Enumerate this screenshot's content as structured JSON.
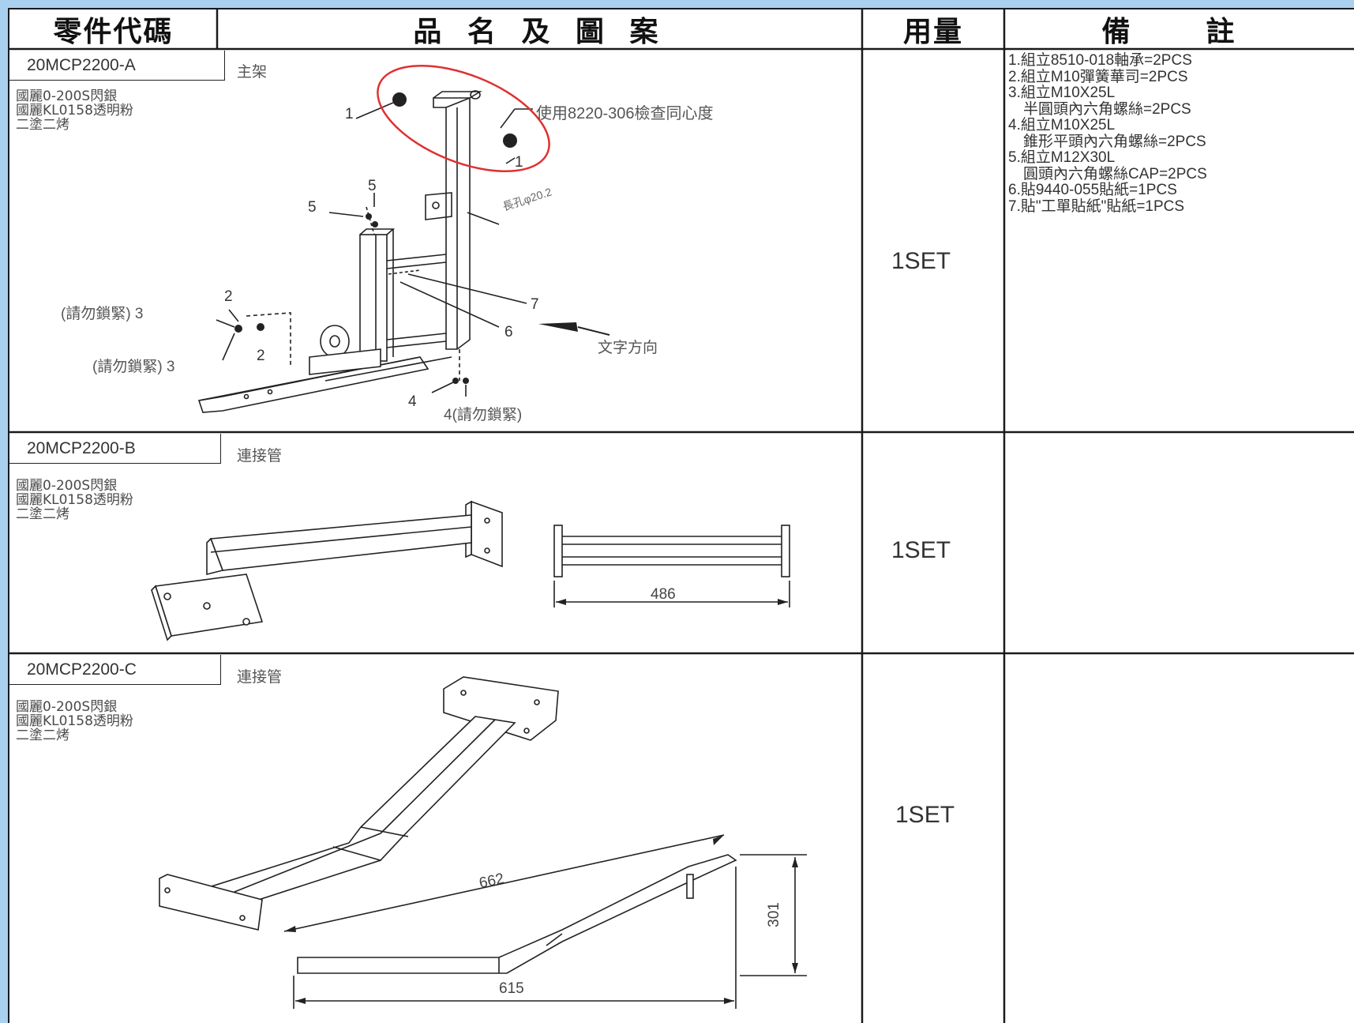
{
  "header": {
    "col_code": "零件代碼",
    "col_name": "品 名 及 圖 案",
    "col_qty": "用量",
    "col_note": "備　註"
  },
  "rows": [
    {
      "code": "20MCP2200-A",
      "name": "主架",
      "spec": [
        "國麗0-200S閃銀",
        "國麗KL0158透明粉",
        "二塗二烤"
      ],
      "qty": "1SET",
      "notes": [
        "1.組立8510-018軸承=2PCS",
        "2.組立M10彈簧華司=2PCS",
        "3.組立M10X25L",
        "　半圓頭內六角螺絲=2PCS",
        "4.組立M10X25L",
        "　錐形平頭內六角螺絲=2PCS",
        "5.組立M12X30L",
        "　圓頭內六角螺絲CAP=2PCS",
        "6.貼9440-055貼紙=1PCS",
        "7.貼\"工單貼紙\"貼紙=1PCS"
      ],
      "callouts": {
        "c1a": "1",
        "c1b": "1",
        "concentric": "使用8220-306檢查同心度",
        "c5a": "5",
        "c5b": "5",
        "hole": "長孔φ20.2",
        "c2a": "2",
        "c2b": "2",
        "c3a": "(請勿鎖緊) 3",
        "c3b": "(請勿鎖緊) 3",
        "c7": "7",
        "c6": "6",
        "text_dir": "文字方向",
        "c4a": "4",
        "c4b": "4(請勿鎖緊)"
      }
    },
    {
      "code": "20MCP2200-B",
      "name": "連接管",
      "spec": [
        "國麗0-200S閃銀",
        "國麗KL0158透明粉",
        "二塗二烤"
      ],
      "qty": "1SET",
      "dims": {
        "length": "486"
      }
    },
    {
      "code": "20MCP2200-C",
      "name": "連接管",
      "spec": [
        "國麗0-200S閃銀",
        "國麗KL0158透明粉",
        "二塗二烤"
      ],
      "qty": "1SET",
      "dims": {
        "diag": "662",
        "height": "301",
        "length": "615"
      }
    }
  ],
  "colors": {
    "page_bg": "#a9d0ee",
    "line": "#1a1a1a",
    "highlight": "#e03030"
  }
}
